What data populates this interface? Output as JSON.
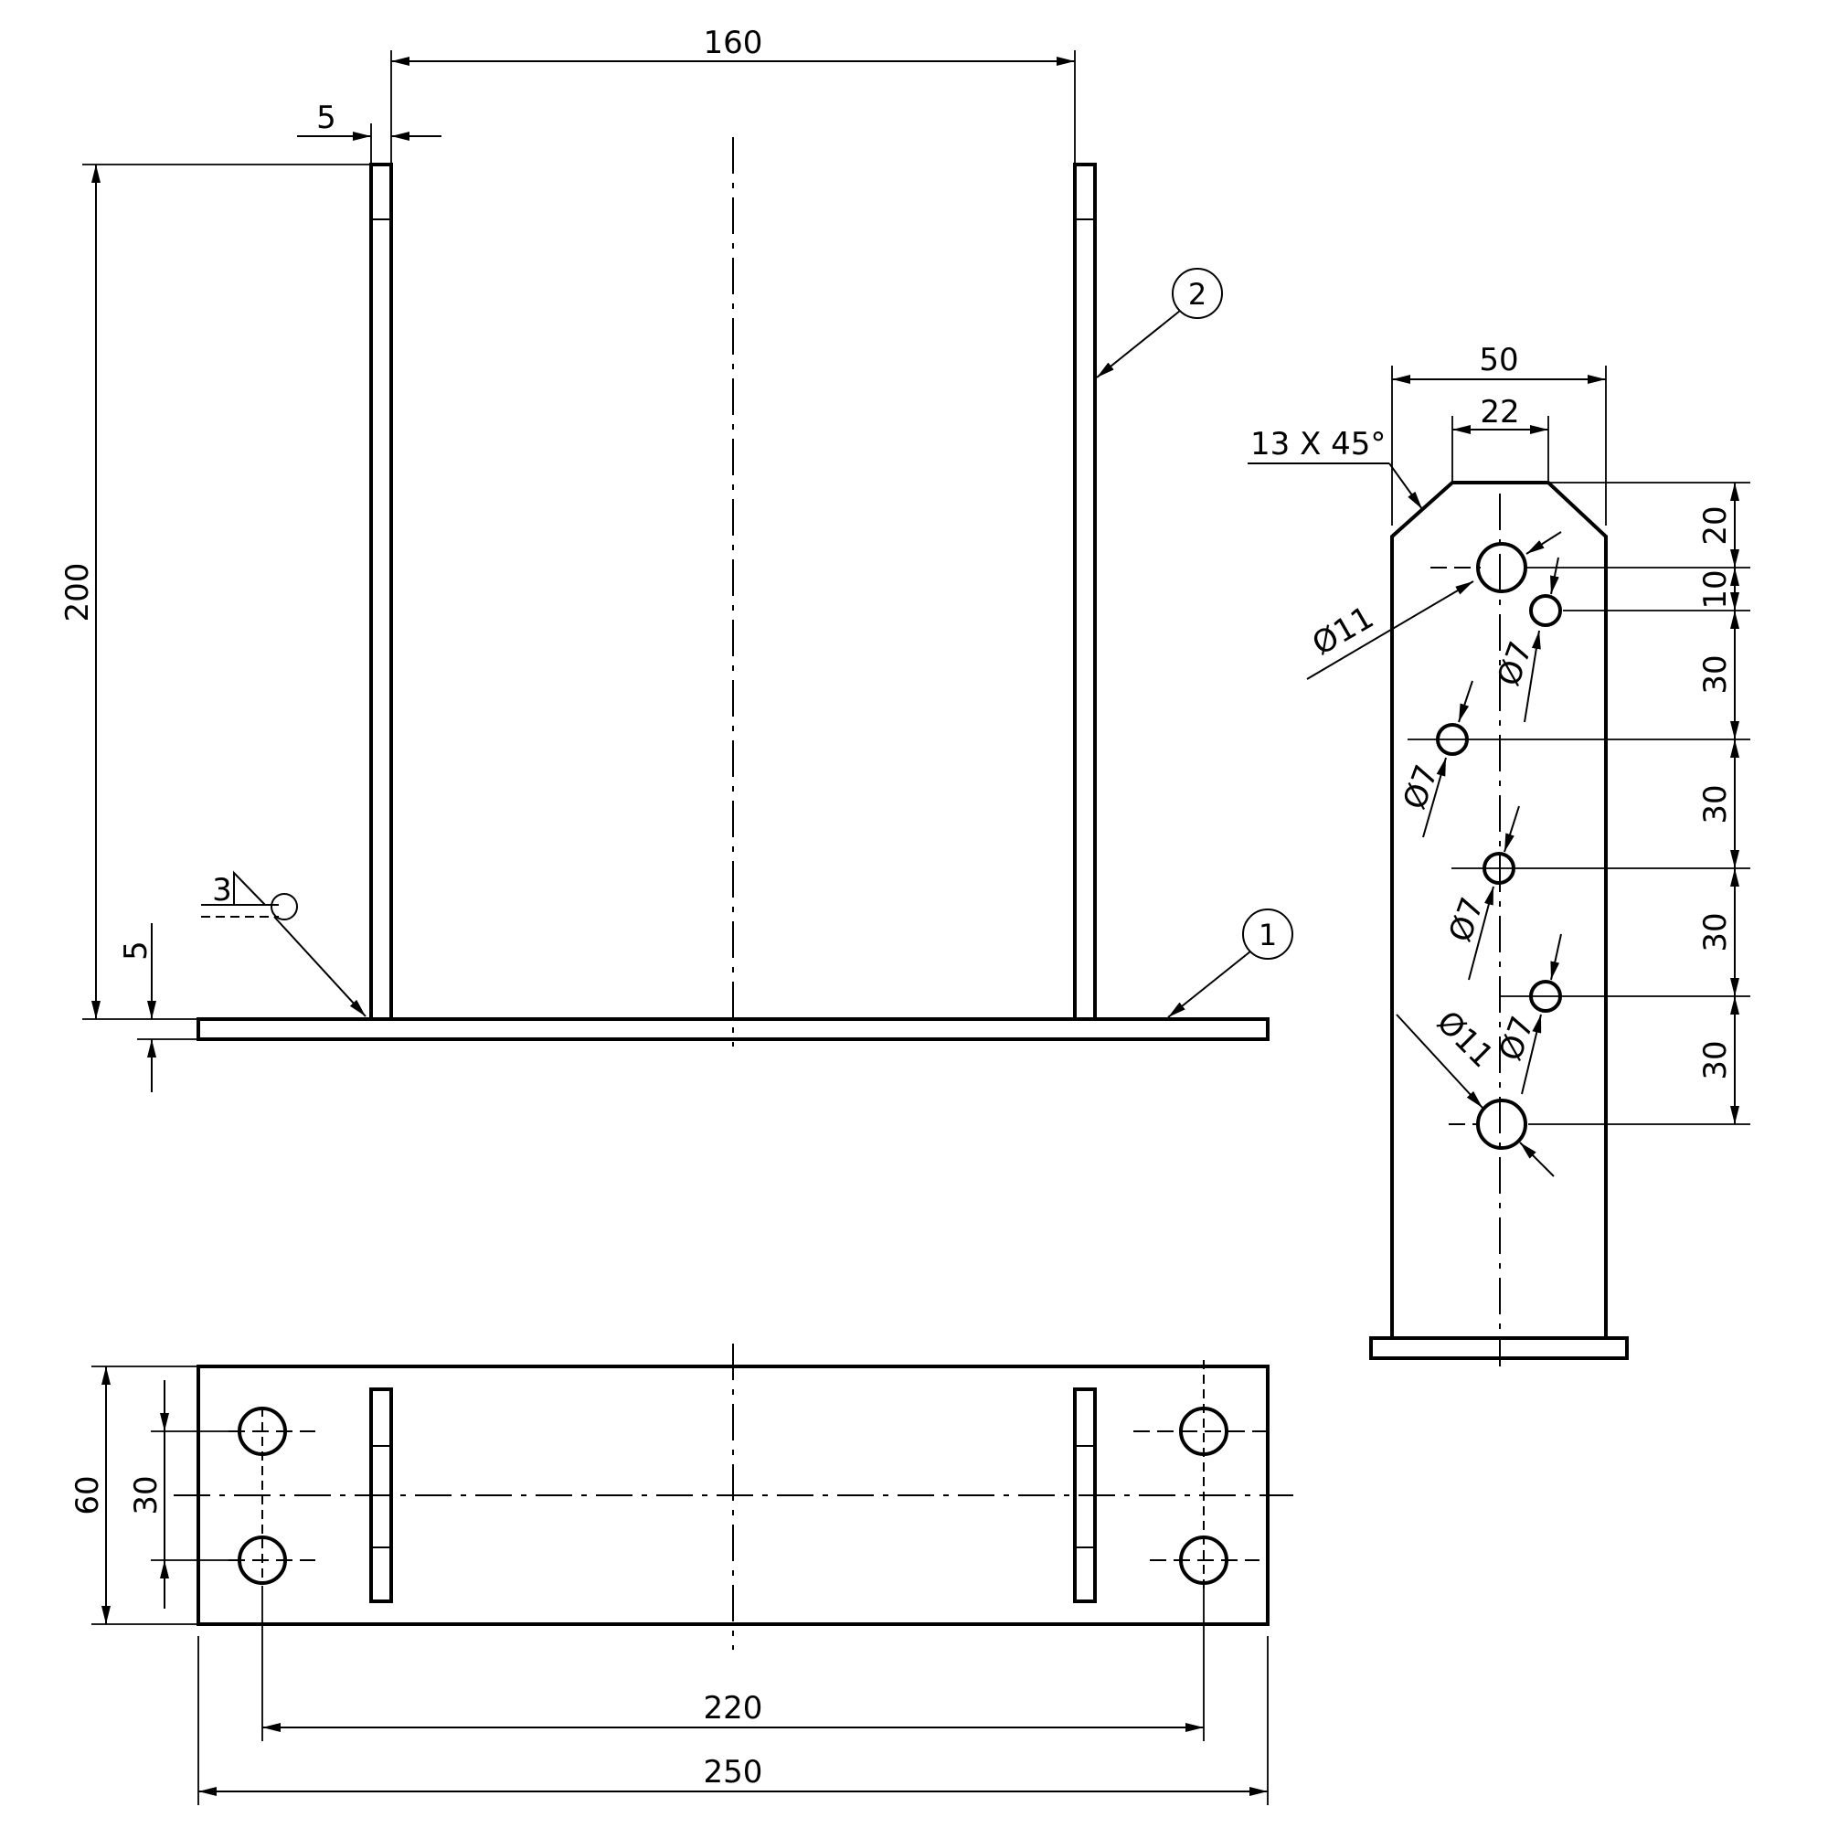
{
  "dimensions": {
    "front_width_160": "160",
    "front_thickness_5": "5",
    "front_height_200": "200",
    "front_base_5": "5",
    "weld_size": "3",
    "side_width_50": "50",
    "side_width_22": "22",
    "chamfer": "13 X 45°",
    "hole_large_top": "Ø11",
    "hole_small_1": "Ø7",
    "hole_small_2": "Ø7",
    "hole_small_3": "Ø7",
    "hole_small_4": "Ø7",
    "hole_large_bottom": "Ø11",
    "spacing_20": "20",
    "spacing_10": "10",
    "spacing_30_a": "30",
    "spacing_30_b": "30",
    "spacing_30_c": "30",
    "spacing_30_d": "30",
    "plan_width_60": "60",
    "plan_width_30": "30",
    "plan_length_220": "220",
    "plan_length_250": "250"
  },
  "balloons": {
    "part_1": "1",
    "part_2": "2"
  }
}
